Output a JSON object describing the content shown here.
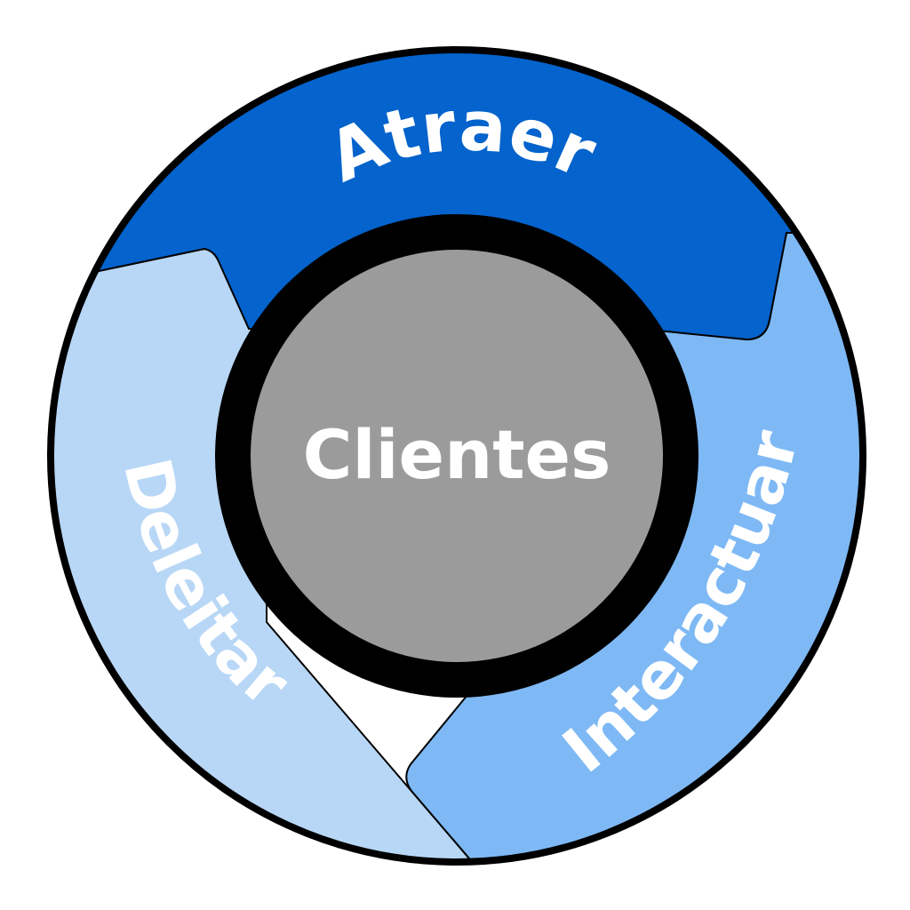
{
  "flywheel": {
    "center": {
      "label": "Clientes",
      "fill": "#9b9b9b",
      "ring_color": "#000000"
    },
    "segments": [
      {
        "label": "Atraer",
        "fill": "#0463cc",
        "text_color": "#ffffff"
      },
      {
        "label": "Interactuar",
        "fill": "#7eb9f5",
        "text_color": "#ffffff"
      },
      {
        "label": "Deleitar",
        "fill": "#b8d7f6",
        "text_color": "#ffffff"
      }
    ],
    "outline_color": "#000000"
  }
}
